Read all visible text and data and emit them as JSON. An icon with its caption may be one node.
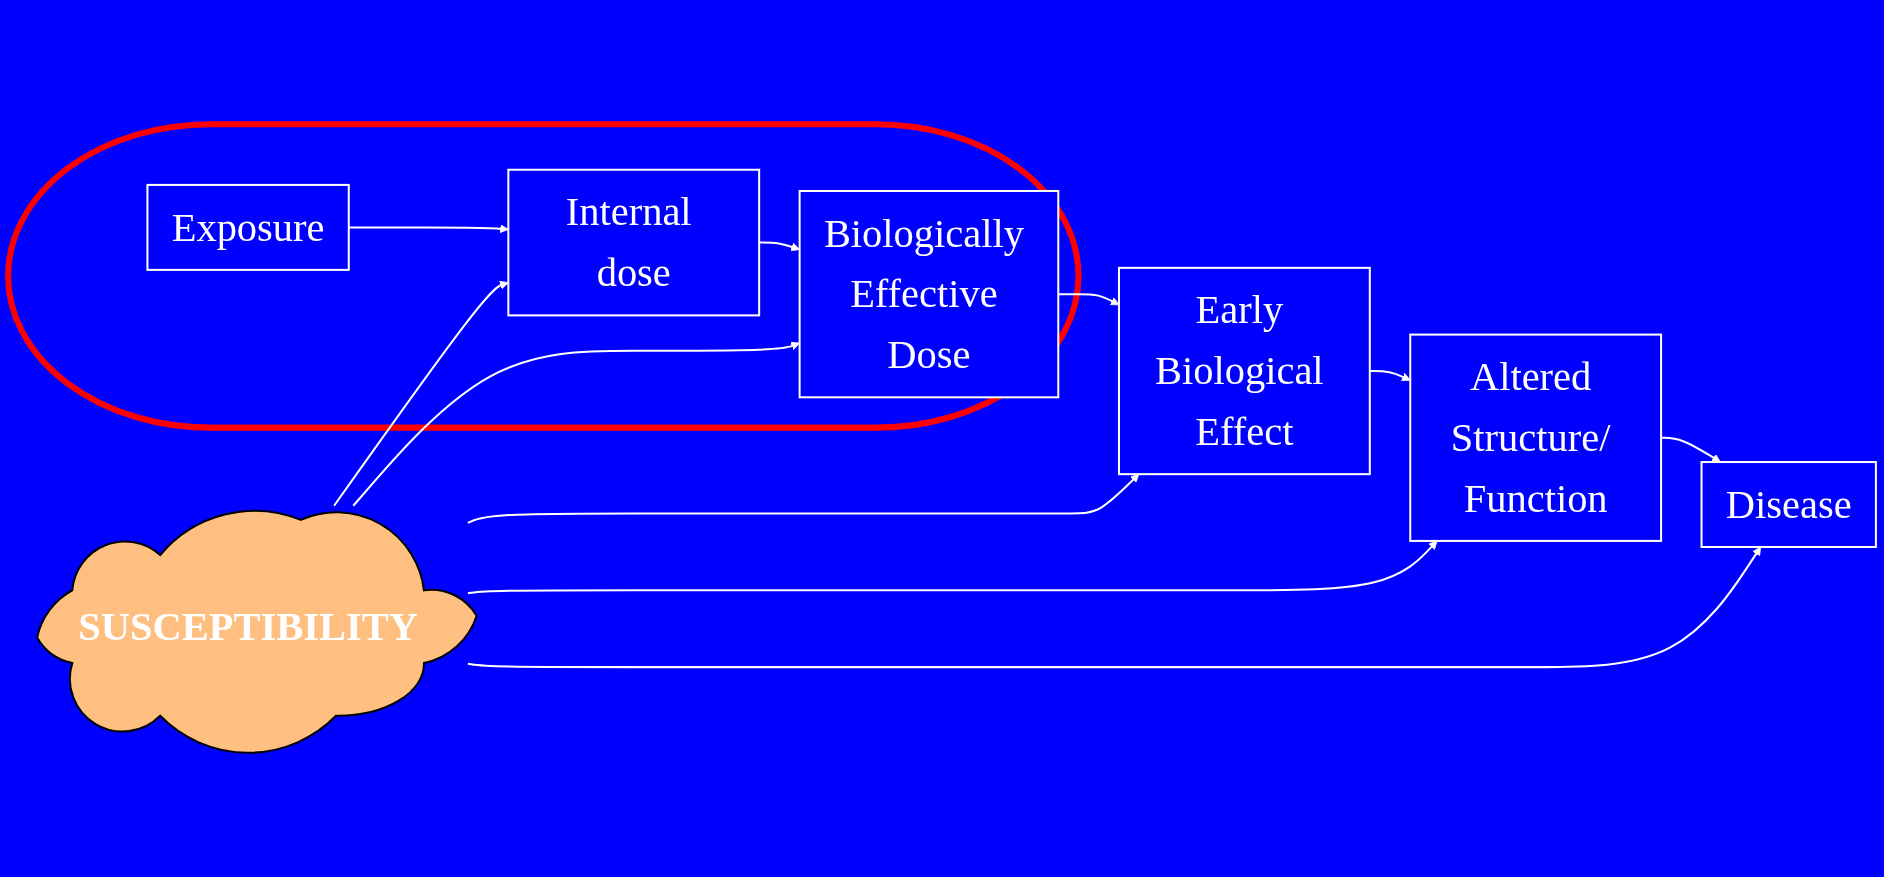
{
  "diagram": {
    "nodes": [
      {
        "text": [
          "SUSCEPTIBILITY"
        ]
      },
      {
        "text": [],
        "shape": "ellipse"
      },
      {
        "text": [
          "Exposure"
        ],
        "in": 1
      },
      {
        "text": [
          "Internal dose"
        ],
        "in": 1
      },
      {
        "text": [
          "Biologically Effective Dose"
        ],
        "in": 1
      },
      {
        "text": [
          "Early Biological Effect"
        ]
      },
      {
        "text": [
          "Altered Structure/ Function"
        ]
      },
      {
        "text": [
          "Disease"
        ]
      }
    ],
    "edges": [
      {
        "from": 2,
        "to": 3,
        "arrow": "to"
      },
      {
        "from": 3,
        "to": 4,
        "arrow": "to"
      },
      {
        "from": 4,
        "to": 5,
        "arrow": "to"
      },
      {
        "from": 5,
        "to": 6,
        "arrow": "to"
      },
      {
        "from": 6,
        "to": 7,
        "arrow": "to"
      },
      {
        "from": 0,
        "to": 3,
        "arrow": "to"
      },
      {
        "from": 0,
        "to": 4,
        "arrow": "to"
      },
      {
        "from": 0,
        "to": 5,
        "arrow": "to"
      },
      {
        "from": 0,
        "to": 6,
        "arrow": "to"
      },
      {
        "from": 0,
        "to": 7,
        "arrow": "to"
      }
    ]
  }
}
